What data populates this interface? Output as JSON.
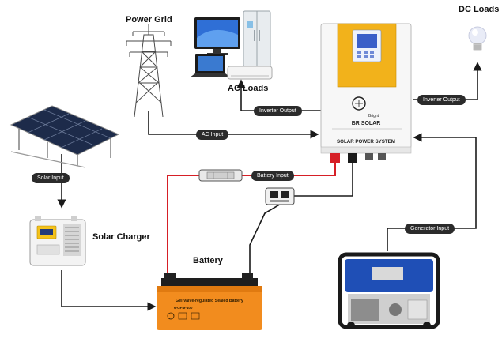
{
  "labels": {
    "power_grid": "Power Grid",
    "ac_loads": "AC Loads",
    "dc_loads": "DC Loads",
    "solar_charger": "Solar Charger",
    "battery": "Battery"
  },
  "connections": {
    "inverter_output_left": "Inverter Output",
    "inverter_output_right": "Inverter Output",
    "ac_input": "AC Input",
    "solar_input": "Solar Input",
    "battery_input": "Battery Input",
    "generator_input": "Generator Input"
  },
  "inverter": {
    "brand_top": "Bright",
    "brand": "BR SOLAR",
    "panel_label": "SOLAR POWER SYSTEM"
  },
  "battery_unit": {
    "type_text": "Gel Valve-regulated Sealed Battery",
    "model": "6-GFM-100"
  },
  "colors": {
    "inverter_yellow": "#f2b21b",
    "battery_orange": "#f28c1e",
    "positive_wire": "#d61f26",
    "line": "#1a1a1a"
  }
}
